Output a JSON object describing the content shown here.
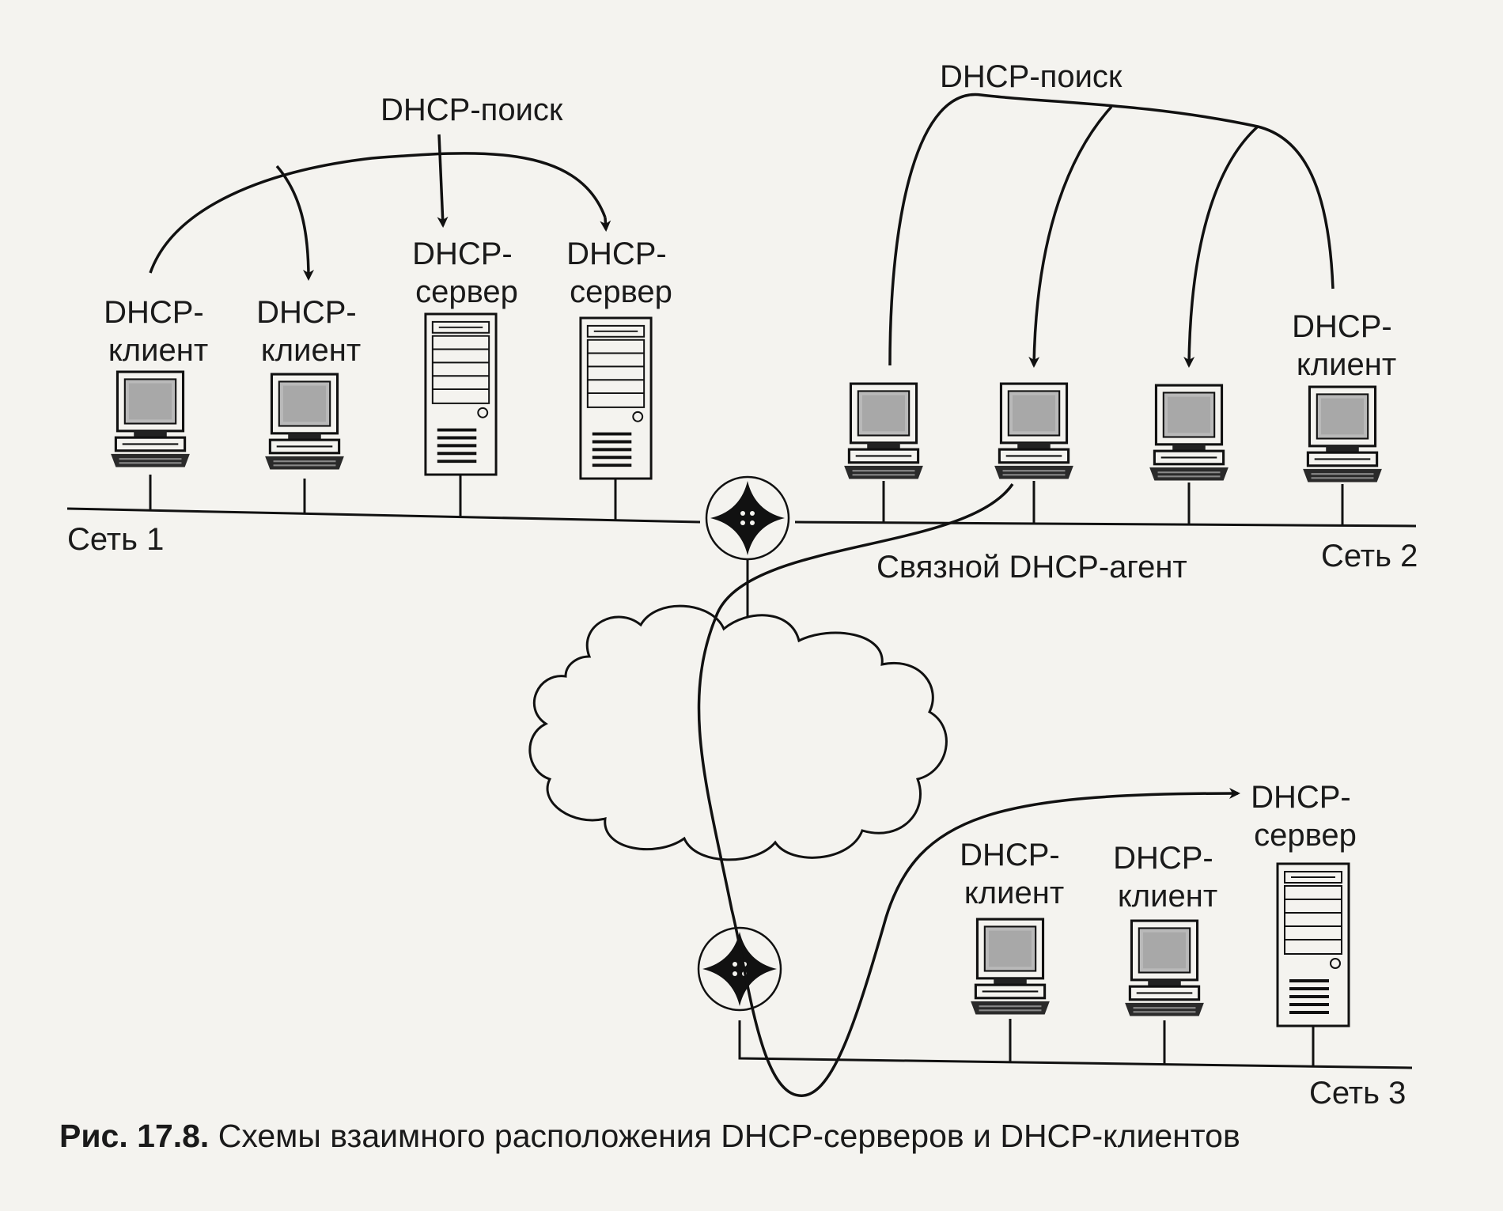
{
  "network1": {
    "label": "Сеть 1",
    "search_label": "DHCP-поиск",
    "client1": [
      "DHCP-",
      "клиент"
    ],
    "client2": [
      "DHCP-",
      "клиент"
    ],
    "server1": [
      "DHCP-",
      "сервер"
    ],
    "server2": [
      "DHCP-",
      "сервер"
    ]
  },
  "network2": {
    "label": "Сеть 2",
    "search_label": "DHCP-поиск",
    "client4": [
      "DHCP-",
      "клиент"
    ]
  },
  "relay_label": "Связной DHCP-агент",
  "network3": {
    "label": "Сеть 3",
    "client1": [
      "DHCP-",
      "клиент"
    ],
    "client2": [
      "DHCP-",
      "клиент"
    ],
    "server": [
      "DHCP-",
      "сервер"
    ]
  },
  "caption": {
    "prefix": "Рис.  17.8.",
    "text": " Схемы взаимного расположения DHCP-серверов и DHCP-клиентов"
  }
}
